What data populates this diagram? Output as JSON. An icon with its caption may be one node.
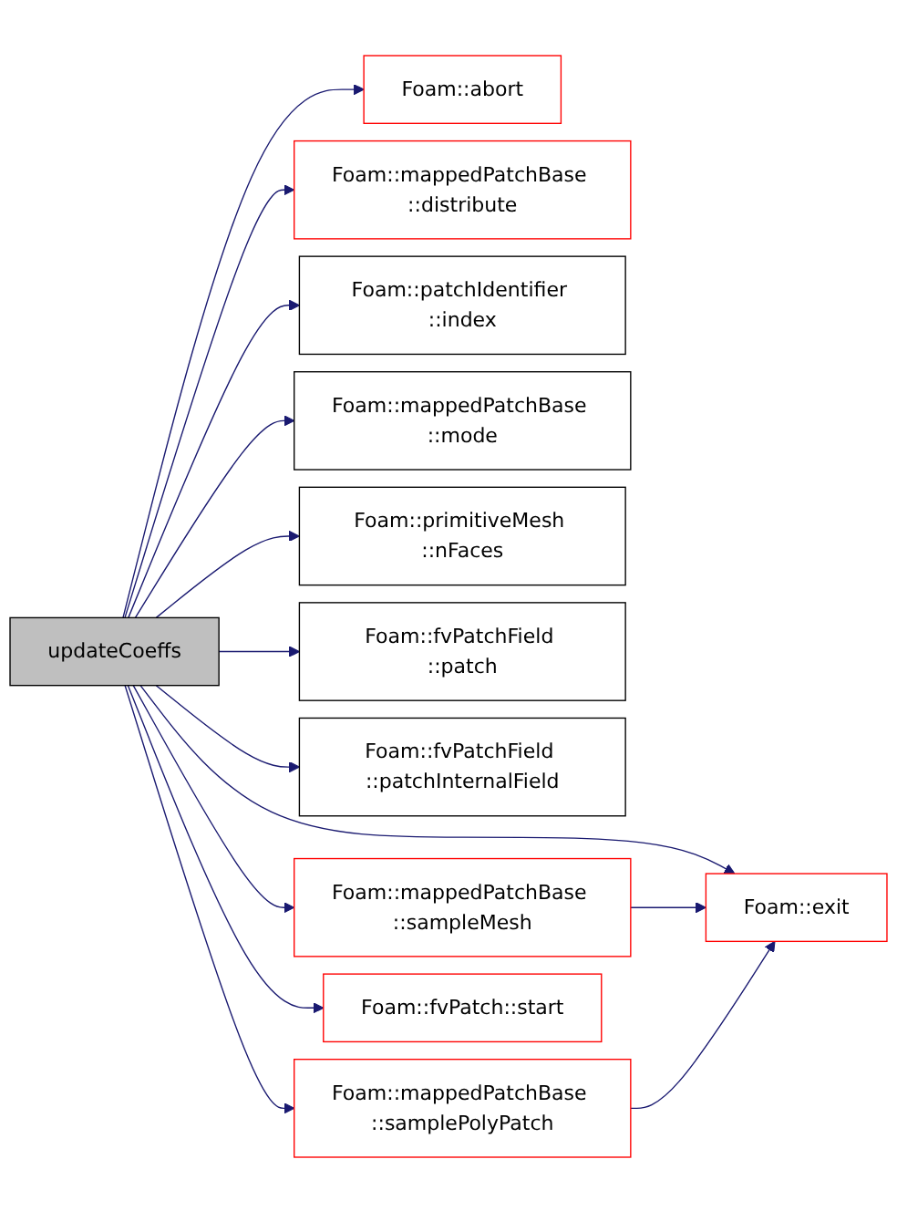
{
  "diagram": {
    "nodes": [
      {
        "text": [
          "updateCoeffs"
        ]
      },
      {
        "text": [
          "Foam::abort"
        ]
      },
      {
        "text": [
          "Foam::mappedPatchBase ::distribute"
        ]
      },
      {
        "text": [
          "Foam::exit"
        ]
      },
      {
        "text": [
          "Foam::patchIdentifier ::index"
        ]
      },
      {
        "text": [
          "Foam::mappedPatchBase ::mode"
        ]
      },
      {
        "text": [
          "Foam::primitiveMesh ::nFaces"
        ]
      },
      {
        "text": [
          "Foam::fvPatchField ::patch"
        ]
      },
      {
        "text": [
          "Foam::fvPatchField ::patchInternalField"
        ]
      },
      {
        "text": [
          "Foam::mappedPatchBase ::sampleMesh"
        ]
      },
      {
        "text": [
          "Foam::mappedPatchBase ::samplePolyPatch"
        ]
      },
      {
        "text": [
          "Foam::fvPatch::start"
        ]
      }
    ],
    "edges": [
      {
        "from": 0,
        "to": 1,
        "arrow": "to"
      },
      {
        "from": 0,
        "to": 2,
        "arrow": "to"
      },
      {
        "from": 0,
        "to": 3,
        "arrow": "to"
      },
      {
        "from": 0,
        "to": 4,
        "arrow": "to"
      },
      {
        "from": 0,
        "to": 5,
        "arrow": "to"
      },
      {
        "from": 0,
        "to": 6,
        "arrow": "to"
      },
      {
        "from": 0,
        "to": 7,
        "arrow": "to"
      },
      {
        "from": 0,
        "to": 8,
        "arrow": "to"
      },
      {
        "from": 0,
        "to": 9,
        "arrow": "to"
      },
      {
        "from": 0,
        "to": 10,
        "arrow": "to"
      },
      {
        "from": 0,
        "to": 11,
        "arrow": "to"
      },
      {
        "from": 9,
        "to": 3,
        "arrow": "to"
      },
      {
        "from": 10,
        "to": 3,
        "arrow": "to"
      }
    ]
  }
}
